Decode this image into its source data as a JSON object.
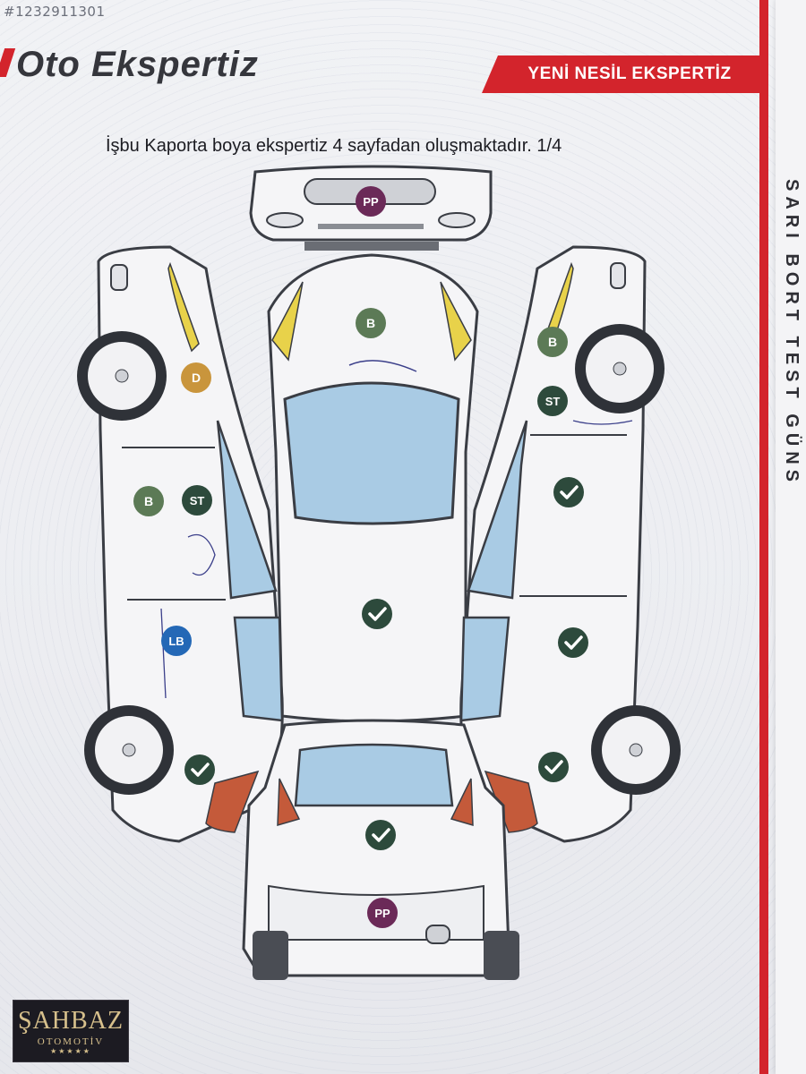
{
  "listing_id": "#1232911301",
  "header": {
    "brand": "Oto Ekspertiz",
    "ribbon": "YENİ NESİL EKSPERTİZ",
    "subtitle": "İşbu Kaporta boya ekspertiz 4 sayfadan oluşmaktadır. 1/4"
  },
  "side_page_text": "SARI BORT TEST GÜNS",
  "badge_colors": {
    "PP": "#6b2a58",
    "B": "#5c7a56",
    "ST": "#2d4a3c",
    "D": "#c9953c",
    "LB": "#2468b6",
    "OK": "#2d4a3c"
  },
  "accent_color": "#d3242c",
  "badges": {
    "front_bumper": "PP",
    "hood": "B",
    "left_front_fender": "D",
    "left_front_door_b": "B",
    "left_front_door_st": "ST",
    "left_rear_door": "LB",
    "right_front_fender_b": "B",
    "right_front_fender_st": "ST",
    "roof": "OK",
    "right_front_door": "OK",
    "right_rear_door": "OK",
    "left_rear_fender": "OK",
    "right_rear_fender": "OK",
    "trunk": "OK",
    "rear_bumper": "PP"
  },
  "logo": {
    "name": "ŞAHBAZ",
    "sub": "OTOMOTİV",
    "stars": "★★★★★"
  }
}
